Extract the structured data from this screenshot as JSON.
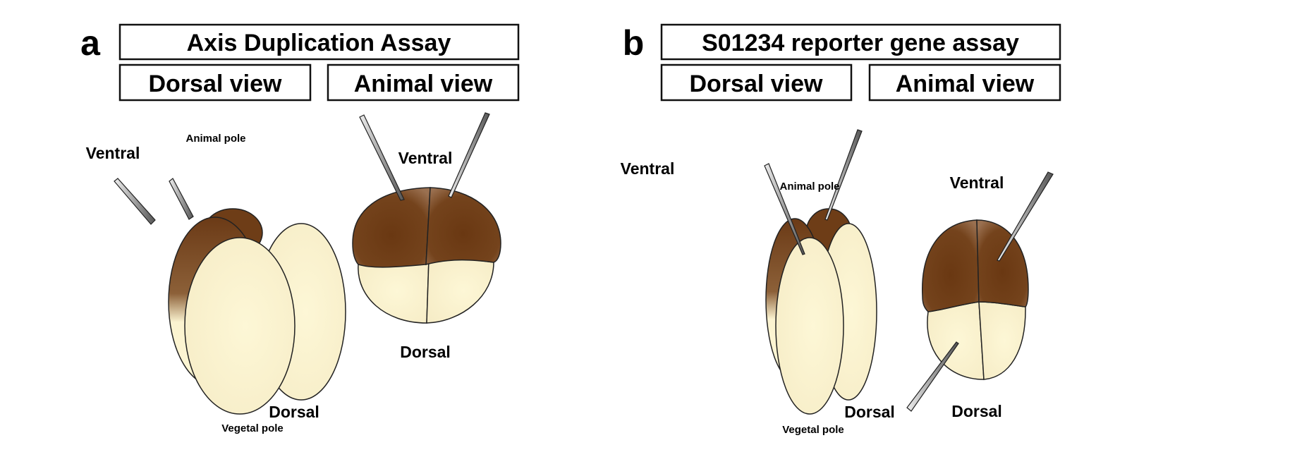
{
  "panels": [
    {
      "letter": "a",
      "title": "Axis Duplication Assay",
      "views": [
        "Dorsal view",
        "Animal view"
      ],
      "dorsal_view_labels": {
        "ventral": "Ventral",
        "animal_pole": "Animal pole",
        "vegetal_pole": "Vegetal pole",
        "dorsal": "Dorsal"
      },
      "animal_view_labels": {
        "ventral": "Ventral",
        "dorsal": "Dorsal"
      }
    },
    {
      "letter": "b",
      "title": "S01234 reporter gene assay",
      "views": [
        "Dorsal view",
        "Animal view"
      ],
      "dorsal_view_labels": {
        "ventral": "Ventral",
        "animal_pole": "Animal pole",
        "vegetal_pole": "Vegetal pole",
        "dorsal": "Dorsal"
      },
      "animal_view_labels": {
        "ventral": "Ventral",
        "dorsal": "Dorsal"
      }
    }
  ],
  "colors": {
    "pigment": "#6b3a16",
    "yolk": "#fdf6d3"
  }
}
